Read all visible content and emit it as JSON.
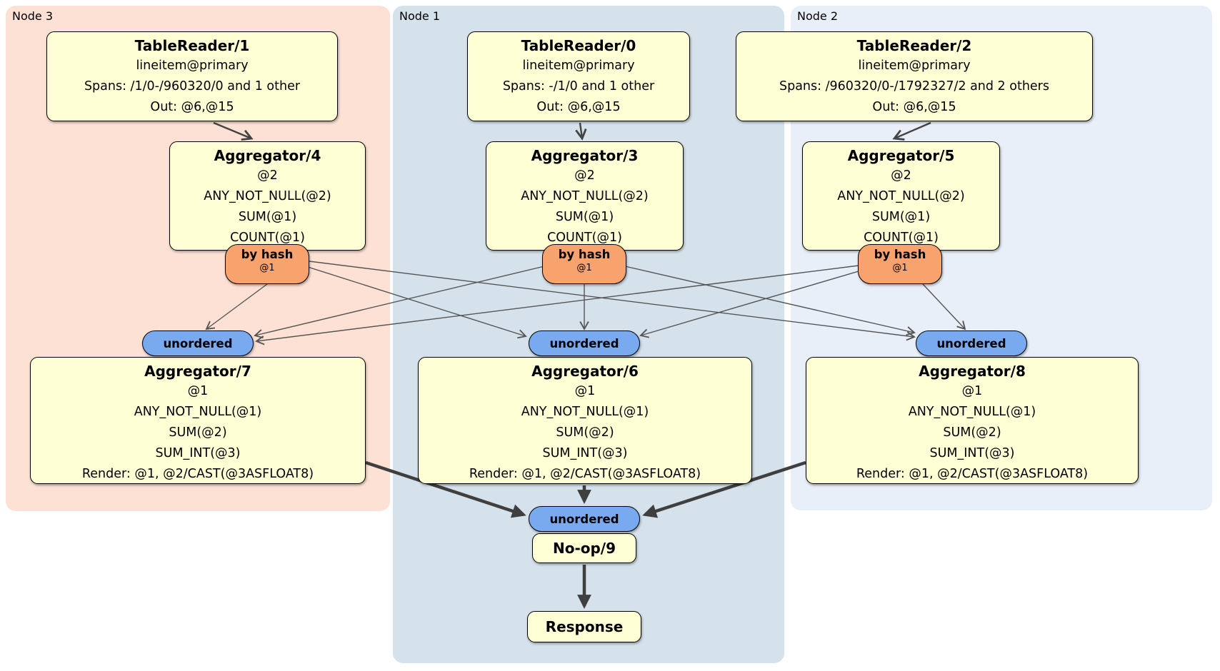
{
  "regions": [
    {
      "label": "Node 3"
    },
    {
      "label": "Node 1"
    },
    {
      "label": "Node 2"
    }
  ],
  "processors": {
    "tr1": {
      "title": "TableReader/1",
      "lines": [
        "lineitem@primary",
        "Spans: /1/0-/960320/0 and 1 other",
        "Out: @6,@15"
      ]
    },
    "tr0": {
      "title": "TableReader/0",
      "lines": [
        "lineitem@primary",
        "Spans: -/1/0 and 1 other",
        "Out: @6,@15"
      ]
    },
    "tr2": {
      "title": "TableReader/2",
      "lines": [
        "lineitem@primary",
        "Spans: /960320/0-/1792327/2 and 2 others",
        "Out: @6,@15"
      ]
    },
    "agg4": {
      "title": "Aggregator/4",
      "lines": [
        "@2",
        "ANY_NOT_NULL(@2)",
        "SUM(@1)",
        "COUNT(@1)"
      ]
    },
    "agg3": {
      "title": "Aggregator/3",
      "lines": [
        "@2",
        "ANY_NOT_NULL(@2)",
        "SUM(@1)",
        "COUNT(@1)"
      ]
    },
    "agg5": {
      "title": "Aggregator/5",
      "lines": [
        "@2",
        "ANY_NOT_NULL(@2)",
        "SUM(@1)",
        "COUNT(@1)"
      ]
    },
    "agg7": {
      "title": "Aggregator/7",
      "lines": [
        "@1",
        "ANY_NOT_NULL(@1)",
        "SUM(@2)",
        "SUM_INT(@3)",
        "Render: @1, @2/CAST(@3ASFLOAT8)"
      ]
    },
    "agg6": {
      "title": "Aggregator/6",
      "lines": [
        "@1",
        "ANY_NOT_NULL(@1)",
        "SUM(@2)",
        "SUM_INT(@3)",
        "Render: @1, @2/CAST(@3ASFLOAT8)"
      ]
    },
    "agg8": {
      "title": "Aggregator/8",
      "lines": [
        "@1",
        "ANY_NOT_NULL(@1)",
        "SUM(@2)",
        "SUM_INT(@3)",
        "Render: @1, @2/CAST(@3ASFLOAT8)"
      ]
    },
    "noop": {
      "title": "No-op/9"
    },
    "response": {
      "title": "Response"
    }
  },
  "router": {
    "label": "by hash",
    "sub": "@1"
  },
  "stream": {
    "label": "unordered"
  },
  "colors": {
    "node3_bg": "#fce1d4",
    "node1_bg": "#d6e2eb",
    "node2_bg": "#e9eff8",
    "box_fill": "#ffffd6",
    "router_fill": "#f8a36e",
    "stream_fill": "#79a9ef",
    "edge_thin": "#555555",
    "edge_thick": "#3f3f3f"
  }
}
